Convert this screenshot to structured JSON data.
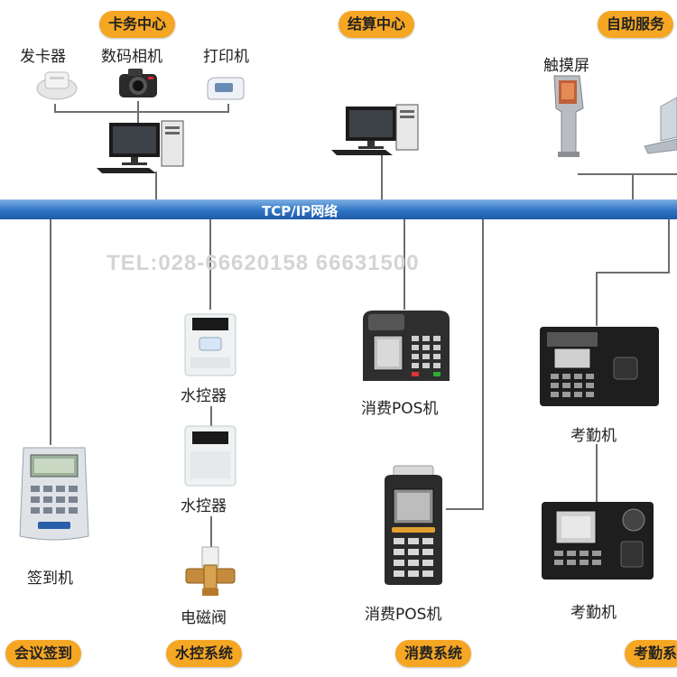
{
  "categories": {
    "card_center": "卡务中心",
    "settlement_center": "结算中心",
    "self_service": "自助服务",
    "meeting_checkin": "会议签到",
    "water_control": "水控系统",
    "consumption": "消费系统",
    "attendance": "考勤系"
  },
  "devices": {
    "card_issuer": "发卡器",
    "digital_camera": "数码相机",
    "printer": "打印机",
    "touch_screen": "触摸屏",
    "water_controller_1": "水控器",
    "water_controller_2": "水控器",
    "solenoid_valve": "电磁阀",
    "signin_machine": "签到机",
    "pos_1": "消费POS机",
    "pos_2": "消费POS机",
    "attendance_1": "考勤机",
    "attendance_2": "考勤机"
  },
  "network": {
    "label": "TCP/IP网络"
  },
  "watermark": "TEL:028-66620158 66631500",
  "colors": {
    "category_pill": "#f5a623",
    "network_bus": "#2f74c4"
  }
}
